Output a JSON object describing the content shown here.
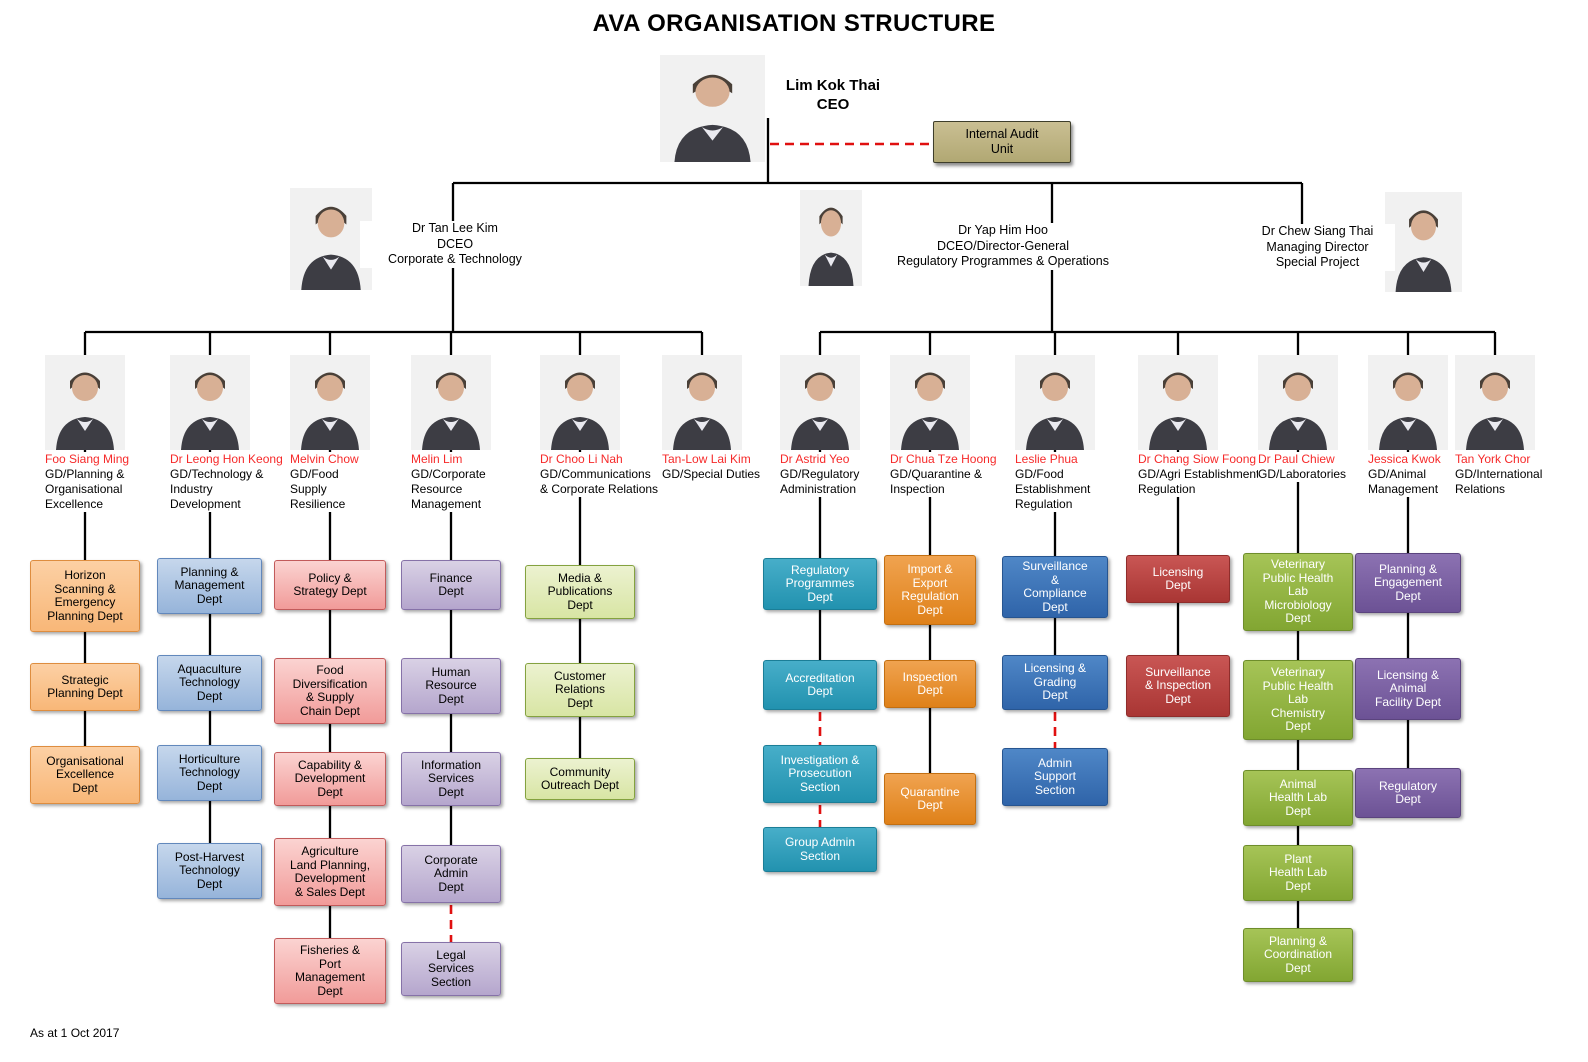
{
  "title": "AVA ORGANISATION STRUCTURE",
  "footer": "As at 1 Oct 2017",
  "ceo": {
    "name": "Lim Kok Thai",
    "role": "CEO"
  },
  "internal_audit": {
    "label": "Internal Audit\nUnit"
  },
  "deputies": [
    {
      "text": "Dr Tan Lee Kim\nDCEO\nCorporate & Technology"
    },
    {
      "text": "Dr Yap Him Hoo\nDCEO/Director-General\nRegulatory Programmes & Operations"
    },
    {
      "text": "Dr Chew Siang Thai\nManaging Director\nSpecial Project"
    }
  ],
  "text_colors": {
    "name_red": "#F62A2A",
    "body": "#000000"
  },
  "connector_colors": {
    "solid": "#000000",
    "dashed_red": "#E01010"
  },
  "managers": [
    {
      "name": "Foo Siang Ming",
      "title": "GD/Planning &\nOrganisational\nExcellence",
      "colors": {
        "fill_top": "#FCD0A4",
        "fill_bottom": "#F8B778",
        "border": "#DE8D3F",
        "text": "#000000"
      },
      "boxes": [
        {
          "label": "Horizon\nScanning &\nEmergency\nPlanning Dept",
          "link": "solid"
        },
        {
          "label": "Strategic\nPlanning Dept",
          "link": "solid"
        },
        {
          "label": "Organisational\nExcellence\nDept",
          "link": "solid"
        }
      ]
    },
    {
      "name": "Dr Leong Hon Keong",
      "title": "GD/Technology &\nIndustry\nDevelopment",
      "colors": {
        "fill_top": "#C6D7EC",
        "fill_bottom": "#96B4DA",
        "border": "#6288BC",
        "text": "#000000"
      },
      "boxes": [
        {
          "label": "Planning &\nManagement\nDept",
          "link": "solid"
        },
        {
          "label": "Aquaculture\nTechnology\nDept",
          "link": "solid"
        },
        {
          "label": "Horticulture\nTechnology\nDept",
          "link": "solid"
        },
        {
          "label": "Post-Harvest\nTechnology\nDept",
          "link": "solid"
        }
      ]
    },
    {
      "name": "Melvin Chow",
      "title": "GD/Food\nSupply\nResilience",
      "colors": {
        "fill_top": "#FBD3D1",
        "fill_bottom": "#F19B99",
        "border": "#C25B5B",
        "text": "#000000"
      },
      "boxes": [
        {
          "label": "Policy &\nStrategy Dept",
          "link": "solid"
        },
        {
          "label": "Food\nDiversification\n& Supply\nChain Dept",
          "link": "solid"
        },
        {
          "label": "Capability &\nDevelopment\nDept",
          "link": "solid"
        },
        {
          "label": "Agriculture\nLand Planning,\nDevelopment\n& Sales Dept",
          "link": "solid"
        },
        {
          "label": "Fisheries &\nPort\nManagement\nDept",
          "link": "solid"
        }
      ]
    },
    {
      "name": "Melin Lim",
      "title": "GD/Corporate\nResource\nManagement",
      "colors": {
        "fill_top": "#D9D1E5",
        "fill_bottom": "#B5A6CD",
        "border": "#8672A8",
        "text": "#000000"
      },
      "boxes": [
        {
          "label": "Finance\nDept",
          "link": "solid"
        },
        {
          "label": "Human\nResource\nDept",
          "link": "solid"
        },
        {
          "label": "Information\nServices\nDept",
          "link": "solid"
        },
        {
          "label": "Corporate\nAdmin\nDept",
          "link": "solid"
        },
        {
          "label": "Legal\nServices\nSection",
          "link": "dashed"
        }
      ]
    },
    {
      "name": "Dr Choo Li Nah",
      "title": "GD/Communications\n& Corporate Relations",
      "colors": {
        "fill_top": "#ECF2D0",
        "fill_bottom": "#D8E5A4",
        "border": "#84A23F",
        "text": "#000000"
      },
      "boxes": [
        {
          "label": "Media &\nPublications\nDept",
          "link": "solid"
        },
        {
          "label": "Customer\nRelations\nDept",
          "link": "solid"
        },
        {
          "label": "Community\nOutreach Dept",
          "link": "solid"
        }
      ]
    },
    {
      "name": "Tan-Low Lai Kim",
      "title": "GD/Special Duties",
      "colors": null,
      "boxes": []
    },
    {
      "name": "Dr Astrid Yeo",
      "title": "GD/Regulatory\nAdministration",
      "colors": {
        "fill_top": "#47AEC9",
        "fill_bottom": "#2292AF",
        "border": "#1B7E97",
        "text": "#FFFFFF"
      },
      "boxes": [
        {
          "label": "Regulatory\nProgrammes\nDept",
          "link": "solid"
        },
        {
          "label": "Accreditation\nDept",
          "link": "solid"
        },
        {
          "label": "Investigation &\nProsecution\nSection",
          "link": "dashed"
        },
        {
          "label": "Group Admin\nSection",
          "link": "dashed"
        }
      ]
    },
    {
      "name": "Dr Chua Tze Hoong",
      "title": "GD/Quarantine &\nInspection",
      "colors": {
        "fill_top": "#F0A350",
        "fill_bottom": "#DF8119",
        "border": "#C26F12",
        "text": "#FFFFFF"
      },
      "boxes": [
        {
          "label": "Import &\nExport\nRegulation\nDept",
          "link": "solid"
        },
        {
          "label": "Inspection\nDept",
          "link": "solid"
        },
        {
          "label": "Quarantine\nDept",
          "link": "solid"
        }
      ]
    },
    {
      "name": "Leslie Phua",
      "title": "GD/Food\nEstablishment\nRegulation",
      "colors": {
        "fill_top": "#4F87C7",
        "fill_bottom": "#2F64A9",
        "border": "#275590",
        "text": "#FFFFFF"
      },
      "boxes": [
        {
          "label": "Surveillance\n&\nCompliance\nDept",
          "link": "solid"
        },
        {
          "label": "Licensing &\nGrading\nDept",
          "link": "solid"
        },
        {
          "label": "Admin\nSupport\nSection",
          "link": "dashed"
        }
      ]
    },
    {
      "name": "Dr Chang Siow Foong",
      "title": "GD/Agri Establishment\nRegulation",
      "colors": {
        "fill_top": "#C95654",
        "fill_bottom": "#A93634",
        "border": "#8F2D2B",
        "text": "#FFFFFF"
      },
      "boxes": [
        {
          "label": "Licensing\nDept",
          "link": "solid"
        },
        {
          "label": "Surveillance\n& Inspection\nDept",
          "link": "solid"
        }
      ]
    },
    {
      "name": "Dr Paul Chiew",
      "title": "GD/Laboratories",
      "colors": {
        "fill_top": "#A6C457",
        "fill_bottom": "#82A632",
        "border": "#6E8D2B",
        "text": "#FFFFFF"
      },
      "boxes": [
        {
          "label": "Veterinary\nPublic Health\nLab\nMicrobiology\nDept",
          "link": "solid"
        },
        {
          "label": "Veterinary\nPublic Health\nLab\nChemistry\nDept",
          "link": "solid"
        },
        {
          "label": "Animal\nHealth Lab\nDept",
          "link": "solid"
        },
        {
          "label": "Plant\nHealth Lab\nDept",
          "link": "solid"
        },
        {
          "label": "Planning &\nCoordination\nDept",
          "link": "solid"
        }
      ]
    },
    {
      "name": "Jessica Kwok",
      "title": "GD/Animal\nManagement",
      "colors": {
        "fill_top": "#8C72B2",
        "fill_bottom": "#6C5295",
        "border": "#5B447E",
        "text": "#FFFFFF"
      },
      "boxes": [
        {
          "label": "Planning &\nEngagement\nDept",
          "link": "solid"
        },
        {
          "label": "Licensing &\nAnimal\nFacility Dept",
          "link": "solid"
        },
        {
          "label": "Regulatory\nDept",
          "link": "solid"
        }
      ]
    },
    {
      "name": "Tan York Chor",
      "title": "GD/International\nRelations",
      "colors": null,
      "boxes": []
    }
  ]
}
